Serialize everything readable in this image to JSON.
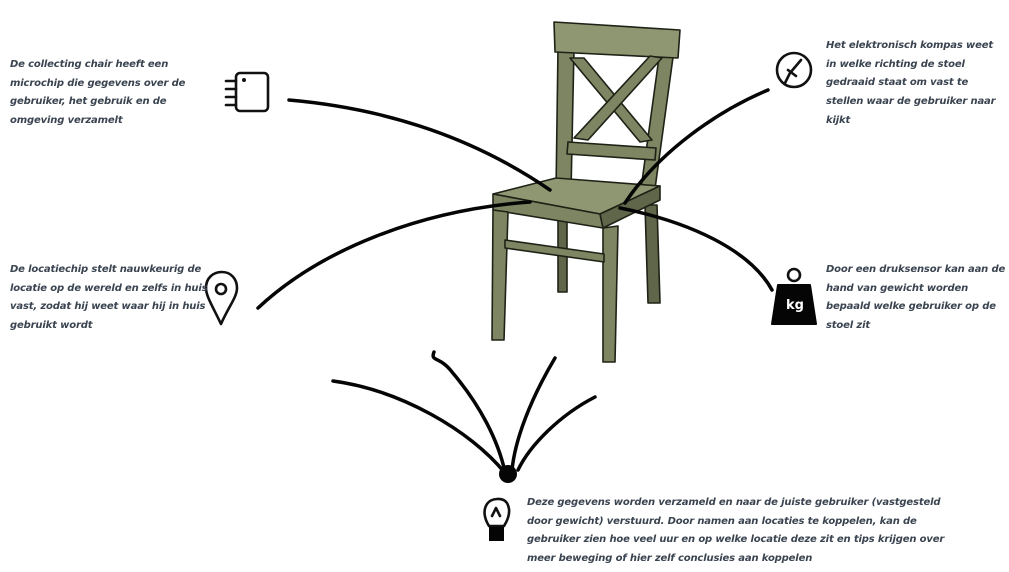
{
  "annotations": {
    "microchip": "De collecting chair heeft een microchip die gegevens over de gebruiker, het gebruik en de omgeving verzamelt",
    "compass": "Het elektronisch kompas weet in welke richting de stoel gedraaid staat om vast te stellen waar de gebruiker naar kijkt",
    "location": "De locatiechip stelt nauwkeurig de locatie op de wereld en zelfs in huis vast, zodat hij weet waar hij in huis gebruikt wordt",
    "pressure": "Door een druksensor kan aan de hand van gewicht worden bepaald welke gebruiker op de stoel zit",
    "data": "Deze gegevens worden verzameld en naar de juiste gebruiker (vastgesteld door gewicht) verstuurd. Door namen aan locaties te koppelen, kan de gebruiker zien hoe veel uur en op welke locatie deze zit en tips krijgen over meer beweging of hier zelf conclusies aan koppelen"
  },
  "icons": {
    "microchip": "microchip-icon",
    "compass": "compass-icon",
    "location": "location-pin-icon",
    "pressure": "weight-kg-icon",
    "data": "lightbulb-icon"
  },
  "weight_label": "kg",
  "colors": {
    "chair": "#7d8562",
    "ink": "#050505",
    "text": "#3a4450"
  }
}
